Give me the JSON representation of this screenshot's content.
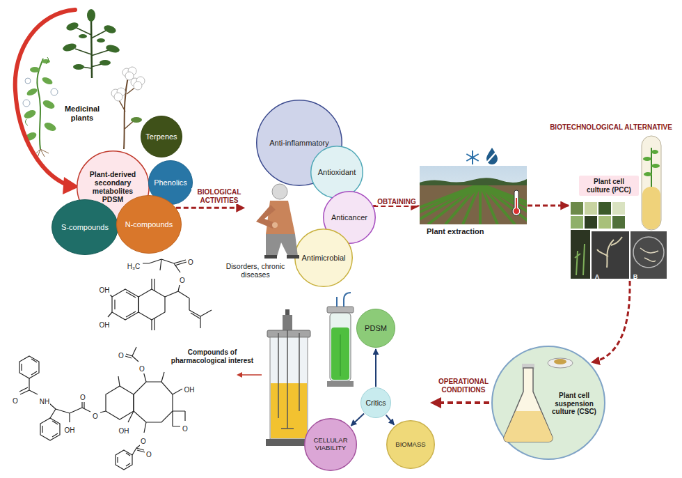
{
  "diagram": {
    "nodes": [
      {
        "text": [
          "Plant-derived secondary metabolites PDSM"
        ]
      },
      {
        "text": [
          "Terpenes"
        ]
      },
      {
        "text": [
          "Phenolics"
        ]
      },
      {
        "text": [
          "S-compounds"
        ]
      },
      {
        "text": [
          "N-compounds"
        ]
      },
      {
        "text": [
          "Anti-inflammatory"
        ]
      },
      {
        "text": [
          "Antioxidant"
        ]
      },
      {
        "text": [
          "Anticancer"
        ]
      },
      {
        "text": [
          "Antimicrobial"
        ]
      },
      {
        "text": [
          "Disorders, chronic diseases"
        ]
      },
      {
        "text": [
          "Plant extraction"
        ]
      },
      {
        "text": [
          "Plant cell culture (PCC)"
        ]
      },
      {
        "text": [
          "Plant cell suspension culture (CSC)"
        ]
      },
      {
        "text": [
          "PDSM"
        ]
      },
      {
        "text": [
          "Critics"
        ]
      },
      {
        "text": [
          "CELLULAR VIABILITY"
        ]
      },
      {
        "text": [
          "BIOMASS"
        ]
      }
    ],
    "edges": [
      {
        "from": 4,
        "to": 9,
        "label": "BIOLOGICAL ACTIVITIES",
        "arrow": "to"
      },
      {
        "from": 7,
        "to": 10,
        "label": "OBTAINING",
        "arrow": "to"
      },
      {
        "from": 10,
        "to": 11,
        "arrow": "to"
      },
      {
        "from": 11,
        "to": 12,
        "arrow": "to"
      },
      {
        "from": 14,
        "to": 13,
        "arrow": "to"
      },
      {
        "from": 14,
        "to": 15,
        "arrow": "to"
      },
      {
        "from": 14,
        "to": 16,
        "arrow": "to"
      }
    ],
    "labels": [
      "Medicinal plants",
      "BIOTECHNOLOGICAL ALTERNATIVE",
      "A",
      "B",
      "OPERATIONAL CONDITIONS",
      "Compounds of pharmacological interest",
      "H₃C",
      "O",
      "O",
      "OH",
      "OH",
      "O",
      "NH",
      "OH",
      "O",
      "O",
      "O",
      "O",
      "OH",
      "O",
      "O",
      "O",
      "OH"
    ]
  }
}
